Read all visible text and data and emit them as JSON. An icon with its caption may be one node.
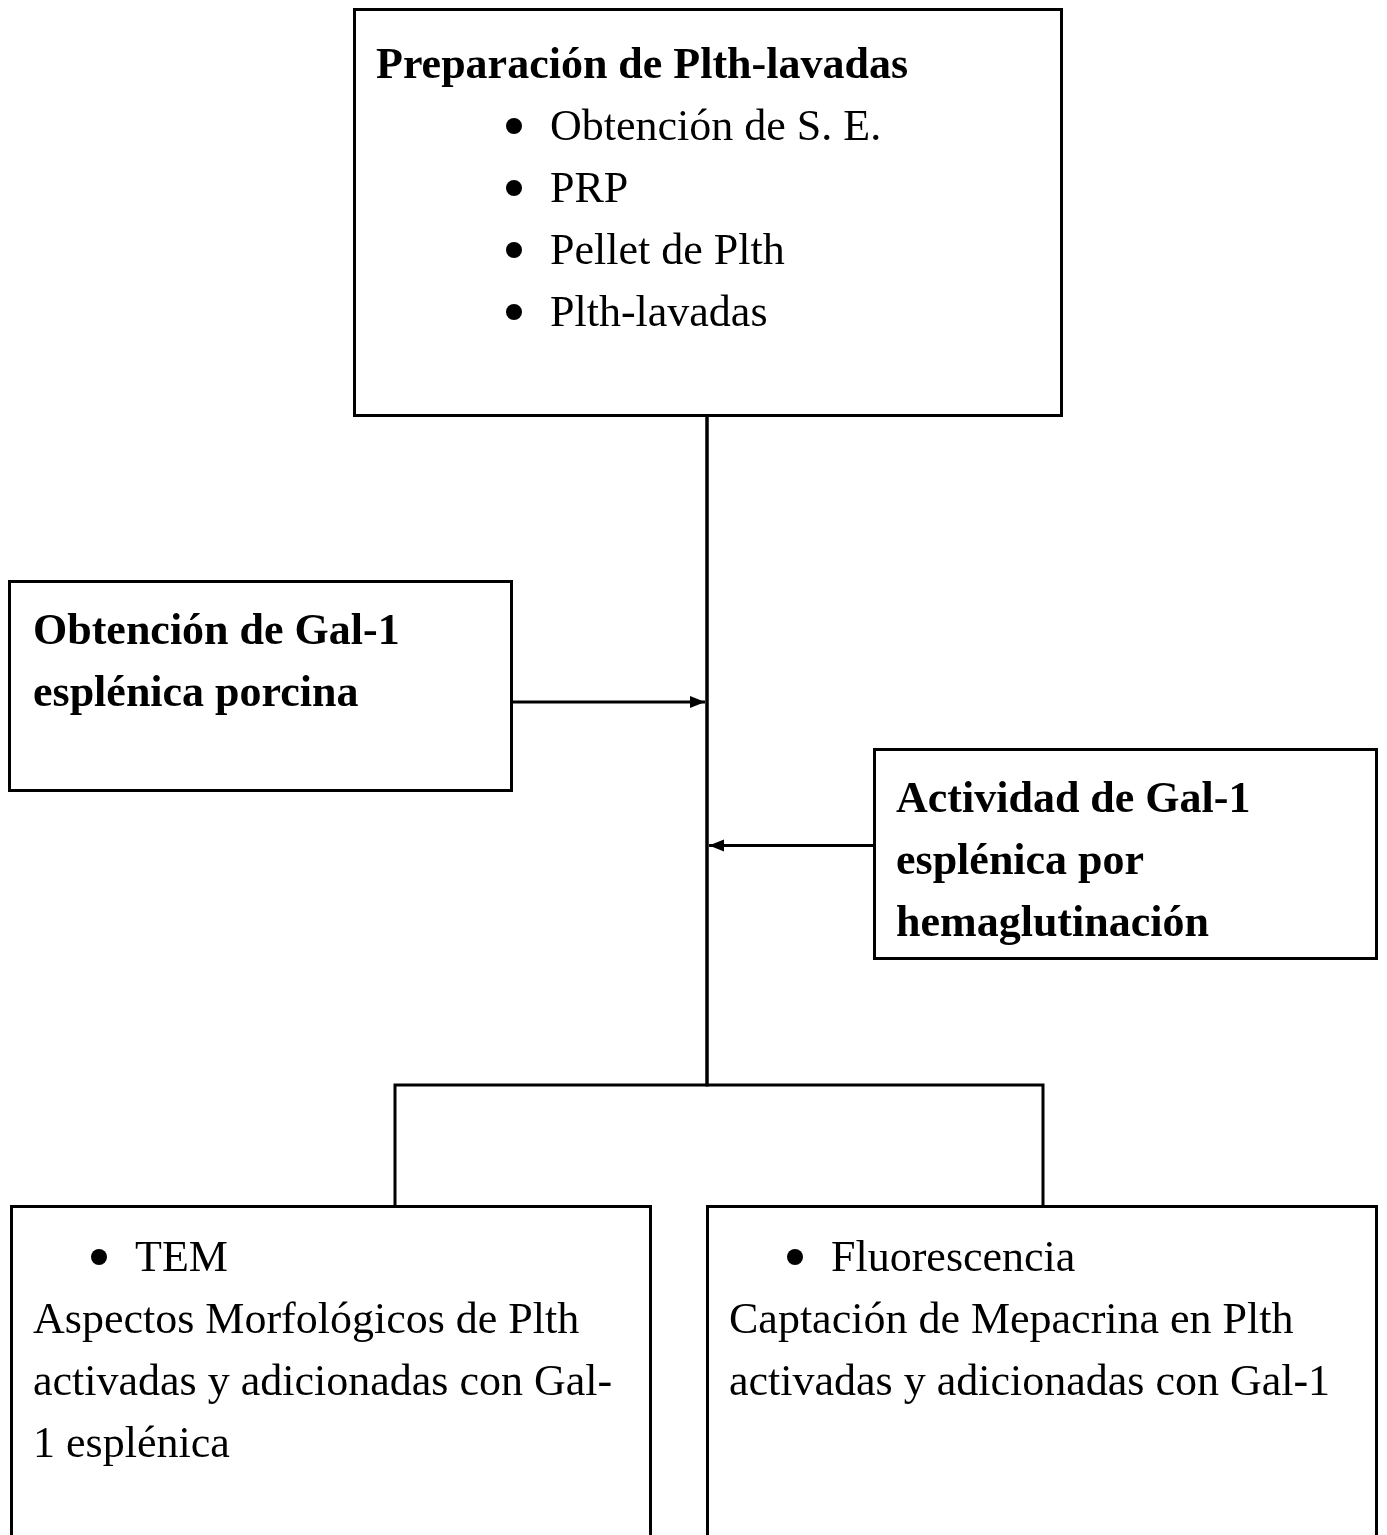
{
  "diagram": {
    "nodes": [
      {
        "text": [
          "Preparación de Plth-lavadas",
          "Obtención de S. E.",
          "PRP",
          "Pellet de Plth",
          "Plth-lavadas"
        ]
      },
      {
        "text": [
          "Obtención de Gal-1 esplénica porcina"
        ]
      },
      {
        "text": [
          "Actividad de Gal-1 esplénica por hemaglutinación"
        ]
      },
      {
        "text": [
          "TEM",
          "Aspectos Morfológicos de Plth activadas y adicionadas con Gal-1 esplénica"
        ]
      },
      {
        "text": [
          "Fluorescencia",
          "Captación de Mepacrina en Plth activadas y adicionadas con Gal-1"
        ]
      }
    ],
    "edges": [
      {
        "from": 0,
        "to": 3,
        "arrow": "none"
      },
      {
        "from": 0,
        "to": 4,
        "arrow": "none"
      },
      {
        "from": 1,
        "to": null,
        "arrow": "to"
      },
      {
        "from": 2,
        "to": null,
        "arrow": "to"
      }
    ]
  }
}
